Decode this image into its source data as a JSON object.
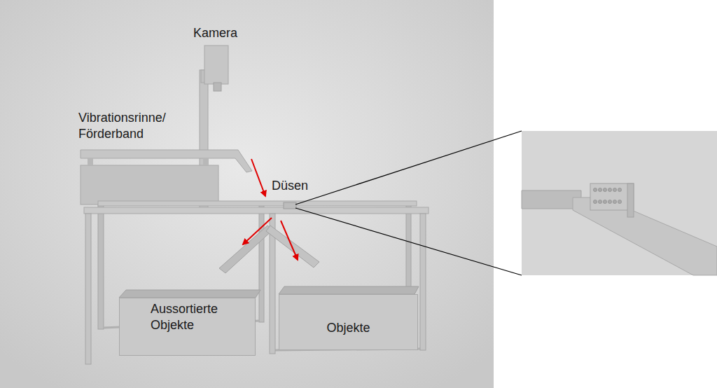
{
  "diagram": {
    "nodes": [
      {
        "text": [
          "Aussortierte Objekte"
        ]
      },
      {
        "text": [
          "Objekte"
        ]
      }
    ],
    "labels": [
      "Kamera",
      "Vibrationsrinne/ Förderband",
      "Düsen"
    ]
  }
}
